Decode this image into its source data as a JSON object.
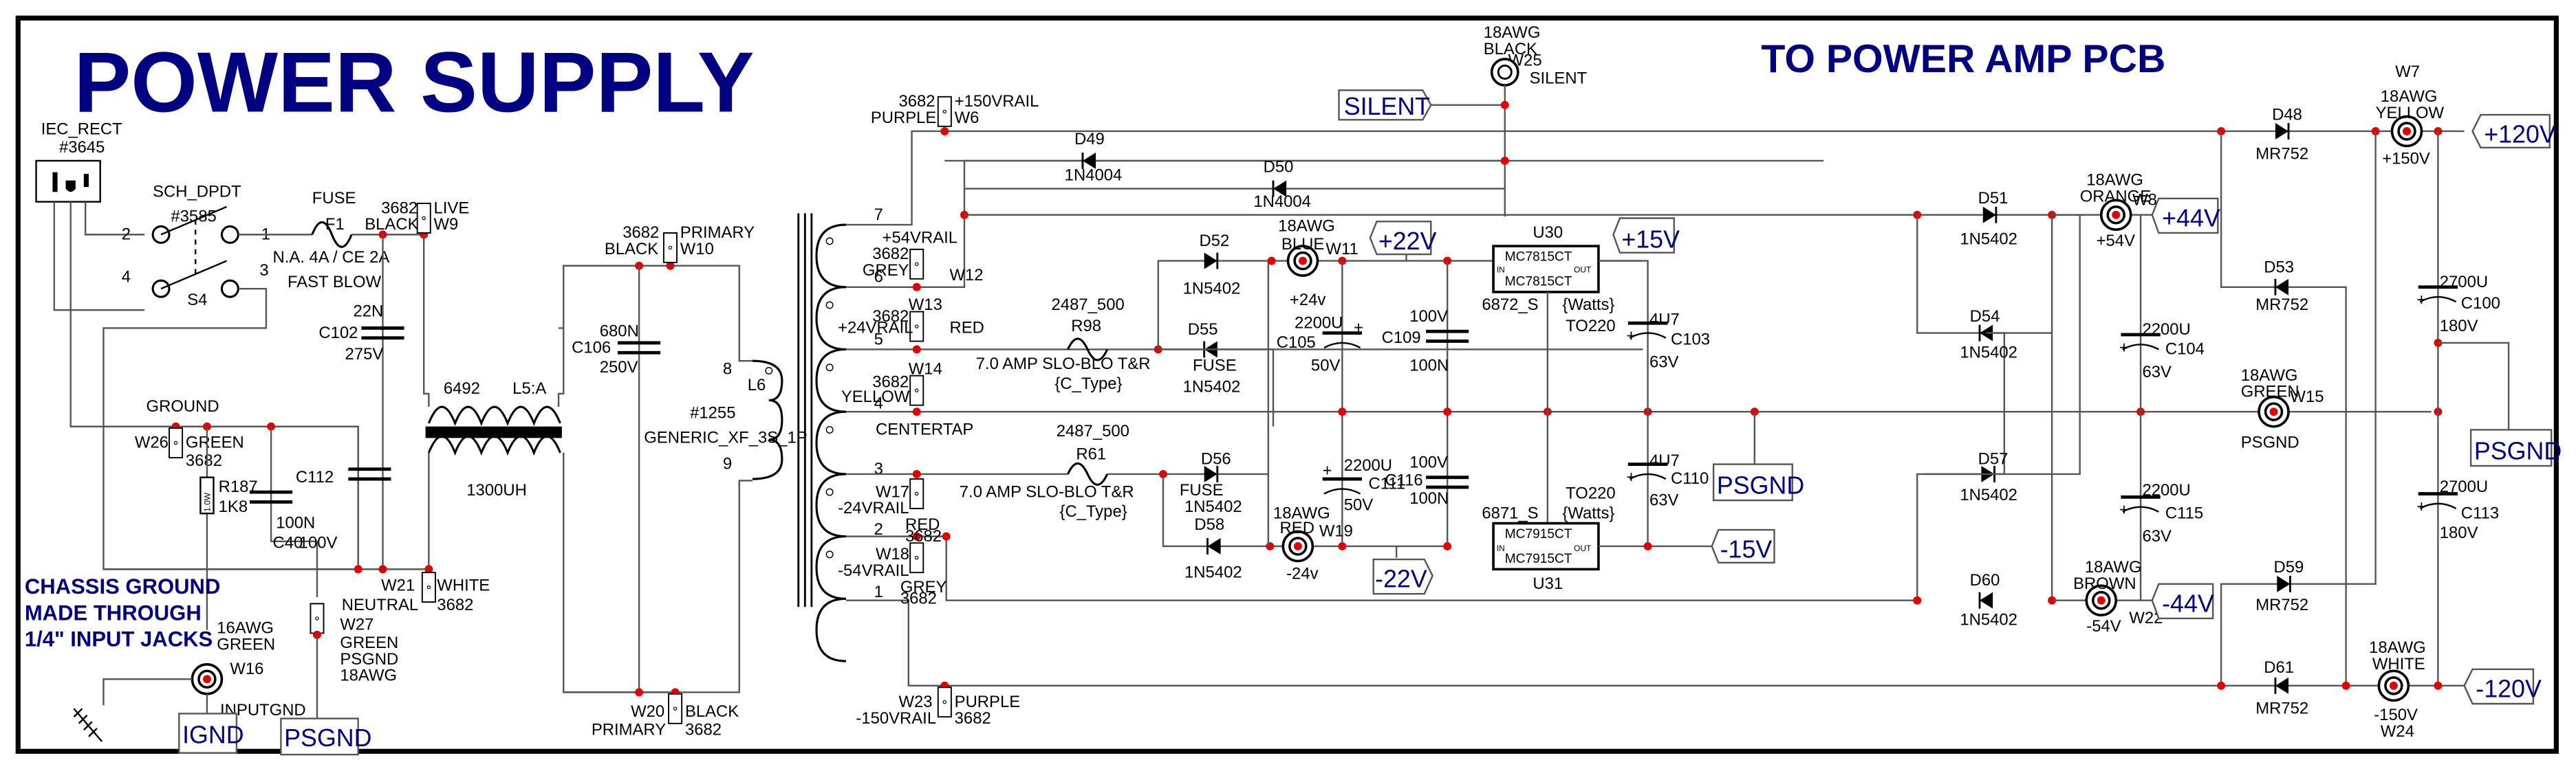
{
  "title": "POWER SUPPLY",
  "subtitle": "TO POWER AMP PCB",
  "chassis_note": [
    "CHASSIS GROUND",
    "MADE THROUGH",
    "1/4\" INPUT JACKS"
  ],
  "colors": {
    "title": "#000080",
    "junction": "#e00000",
    "wire": "#555555"
  },
  "input": {
    "iec": {
      "ref": "IEC_RECT",
      "part": "#3645"
    },
    "switch": {
      "ref": "SCH_DPDT",
      "part": "#3585",
      "designator": "S4",
      "pins": [
        "2",
        "1",
        "4",
        "3"
      ]
    },
    "fuse": {
      "label": "FUSE",
      "ref": "F1",
      "rating": "N.A. 4A / CE 2A",
      "type": "FAST  BLOW"
    },
    "w9": {
      "part": "3682",
      "color": "BLACK",
      "name": "LIVE",
      "ref": "W9"
    },
    "c102": {
      "value": "22N",
      "ref": "C102",
      "voltage": "275V"
    },
    "ground_label": "GROUND",
    "w26": {
      "ref": "W26",
      "color": "GREEN",
      "part": "3682"
    },
    "r187": {
      "ref": "R187",
      "value": "1K8",
      "power": "1.0W"
    },
    "c40": {
      "value": "100N",
      "ref": "C40",
      "voltage": "100V"
    },
    "c112": {
      "ref": "C112"
    },
    "w21": {
      "ref": "W21",
      "color": "WHITE",
      "name": "NEUTRAL",
      "part": "3682"
    },
    "w27": {
      "ref": "W27",
      "color": "GREEN",
      "name": "PSGND",
      "gauge": "18AWG"
    },
    "w16": {
      "gauge": "16AWG",
      "color": "GREEN",
      "ref": "W16",
      "name": "INPUTGND"
    },
    "net_ignd": "IGND",
    "net_psgnd": "PSGND",
    "choke": {
      "part": "6492",
      "ref": "L5:A",
      "value": "1300UH"
    }
  },
  "primary": {
    "w10": {
      "part": "3682",
      "color": "BLACK",
      "name": "PRIMARY",
      "ref": "W10"
    },
    "c106": {
      "value": "680N",
      "ref": "C106",
      "voltage": "250V"
    },
    "w20": {
      "ref": "W20",
      "color": "BLACK",
      "name": "PRIMARY",
      "part": "3682"
    },
    "transformer": {
      "ref": "L6",
      "part": "#1255",
      "type": "GENERIC_XF_3S_1P",
      "pin_in": "8",
      "pin_out": "9"
    }
  },
  "secondary": {
    "pins": [
      "7",
      "6",
      "5",
      "4",
      "3",
      "2",
      "1"
    ],
    "w6": {
      "part": "3682",
      "color": "PURPLE",
      "name": "+150VRAIL",
      "ref": "W6"
    },
    "w12": {
      "rail": "+54VRAIL",
      "part": "3682",
      "color": "GREY",
      "ref": "W12"
    },
    "w13": {
      "ref": "W13",
      "part": "3682",
      "rail": "+24VRAIL",
      "color": "RED"
    },
    "w14": {
      "ref": "W14",
      "part": "3682",
      "color": "YELLOW"
    },
    "centertap": "CENTERTAP",
    "w17": {
      "ref": "W17",
      "rail": "-24VRAIL",
      "color": "RED",
      "part": "3682"
    },
    "w18": {
      "ref": "W18",
      "rail": "-54VRAIL",
      "color": "GREY",
      "part": "3682"
    },
    "w23": {
      "ref": "W23",
      "rail": "-150VRAIL",
      "color": "PURPLE",
      "part": "3682"
    }
  },
  "silent": {
    "net": "SILENT",
    "w25": {
      "gauge": "18AWG",
      "color": "BLACK",
      "ref": "W25",
      "name": "SILENT"
    },
    "d49": {
      "ref": "D49",
      "part": "1N4004"
    },
    "d50": {
      "ref": "D50",
      "part": "1N4004"
    }
  },
  "low_voltage": {
    "r98": {
      "part": "2487_500",
      "ref": "R98",
      "rating": "7.0   AMP SLO-BLO   T&R",
      "type": "{C_Type}"
    },
    "r61": {
      "part": "2487_500",
      "ref": "R61",
      "rating": "7.0   AMP SLO-BLO   T&R",
      "type": "{C_Type}"
    },
    "d52": {
      "ref": "D52",
      "part": "1N5402"
    },
    "d55": {
      "ref": "D55",
      "note": "FUSE",
      "part": "1N5402"
    },
    "d56": {
      "ref": "D56",
      "note": "FUSE",
      "part": "1N5402"
    },
    "d58": {
      "ref": "D58",
      "part": "1N5402"
    },
    "w11": {
      "gauge": "18AWG",
      "color": "BLUE",
      "ref": "W11",
      "voltage": "+24v"
    },
    "w19": {
      "gauge": "18AWG",
      "color": "RED",
      "ref": "W19",
      "voltage": "-24v"
    },
    "c105": {
      "value": "2200U",
      "ref": "C105",
      "voltage": "50V"
    },
    "c111": {
      "value": "2200U",
      "ref": "C111",
      "voltage": "50V"
    },
    "c109": {
      "voltage": "100V",
      "ref": "C109",
      "value": "100N"
    },
    "c116": {
      "voltage": "100V",
      "ref": "C116",
      "value": "100N"
    },
    "u30": {
      "ref": "U30",
      "part": "MC7815CT",
      "in": "IN",
      "out": "OUT",
      "pkg": "6872_S",
      "watts": "{Watts}",
      "case": "TO220"
    },
    "u31": {
      "ref": "U31",
      "part": "MC7915CT",
      "in": "IN",
      "out": "OUT",
      "pkg": "6871_S",
      "watts": "{Watts}",
      "case": "TO220"
    },
    "c103": {
      "value": "4U7",
      "ref": "C103",
      "voltage": "63V"
    },
    "c110": {
      "value": "4U7",
      "ref": "C110",
      "voltage": "63V"
    },
    "net_p22": "+22V",
    "net_m22": "-22V",
    "net_p15": "+15V",
    "net_m15": "-15V",
    "net_psgnd": "PSGND"
  },
  "high_voltage": {
    "d51": {
      "ref": "D51",
      "part": "1N5402"
    },
    "d54": {
      "ref": "D54",
      "part": "1N5402"
    },
    "d57": {
      "ref": "D57",
      "part": "1N5402"
    },
    "d60": {
      "ref": "D60",
      "part": "1N5402"
    },
    "w8": {
      "gauge": "18AWG",
      "color": "ORANGE",
      "ref": "W8",
      "voltage": "+54V"
    },
    "w22": {
      "gauge": "18AWG",
      "color": "BROWN",
      "ref": "W22",
      "voltage": "-54V"
    },
    "c104": {
      "value": "2200U",
      "ref": "C104",
      "voltage": "63V"
    },
    "c115": {
      "value": "2200U",
      "ref": "C115",
      "voltage": "63V"
    },
    "w15": {
      "gauge": "18AWG",
      "color": "GREEN",
      "ref": "W15",
      "name": "PSGND"
    },
    "net_p44": "+44V",
    "net_m44": "-44V",
    "d48": {
      "ref": "D48",
      "part": "MR752"
    },
    "d53": {
      "ref": "D53",
      "part": "MR752"
    },
    "d59": {
      "ref": "D59",
      "part": "MR752"
    },
    "d61": {
      "ref": "D61",
      "part": "MR752"
    },
    "w7": {
      "ref": "W7",
      "gauge": "18AWG",
      "color": "YELLOW",
      "voltage": "+150V"
    },
    "w24": {
      "ref": "W24",
      "gauge": "18AWG",
      "color": "WHITE",
      "voltage": "-150V"
    },
    "c100": {
      "value": "2700U",
      "ref": "C100",
      "voltage": "180V"
    },
    "c113": {
      "value": "2700U",
      "ref": "C113",
      "voltage": "180V"
    },
    "net_p120": "+120V",
    "net_m120": "-120V",
    "net_psgnd": "PSGND"
  }
}
